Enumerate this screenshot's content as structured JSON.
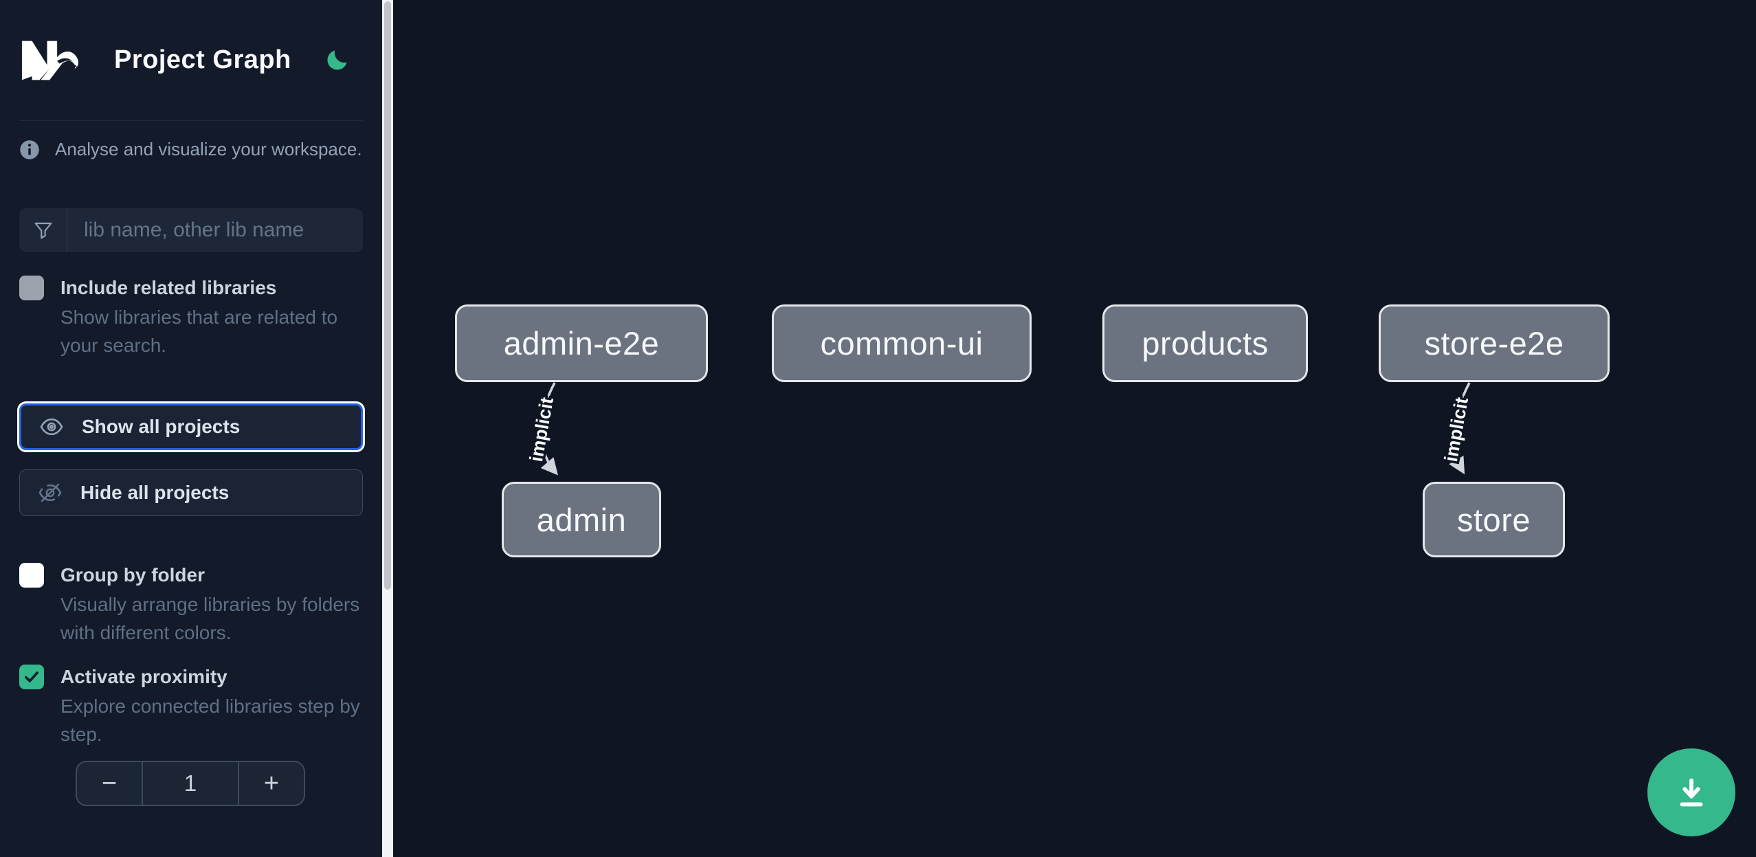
{
  "app": {
    "logo": "Nx",
    "title": "Project Graph"
  },
  "sidebar": {
    "tagline": "Analyse and visualize your workspace.",
    "search": {
      "placeholder": "lib name, other lib name"
    },
    "options": [
      {
        "label": "Include related libraries",
        "description": "Show libraries that are related to your search.",
        "checked": false
      },
      {
        "label": "Group by folder",
        "description": "Visually arrange libraries by folders with different colors.",
        "checked": false
      },
      {
        "label": "Activate proximity",
        "description": "Explore connected libraries step by step.",
        "checked": true
      }
    ],
    "actions": {
      "show_all": "Show all projects",
      "hide_all": "Hide all projects"
    },
    "proximity_stepper": {
      "decrement": "−",
      "value": "1",
      "increment": "+"
    }
  },
  "graph": {
    "nodes": [
      {
        "label": "admin-e2e"
      },
      {
        "label": "common-ui"
      },
      {
        "label": "products"
      },
      {
        "label": "store-e2e"
      },
      {
        "label": "admin"
      },
      {
        "label": "store"
      }
    ],
    "edges": [
      {
        "from": "admin-e2e",
        "to": "admin",
        "label": "implicit"
      },
      {
        "from": "store-e2e",
        "to": "store",
        "label": "implicit"
      }
    ]
  },
  "colors": {
    "accent_green": "#35b88c",
    "focus_blue": "#2563eb",
    "node_fill": "#6b7280",
    "node_border": "#e5e7eb",
    "edge": "#d1d5db"
  }
}
